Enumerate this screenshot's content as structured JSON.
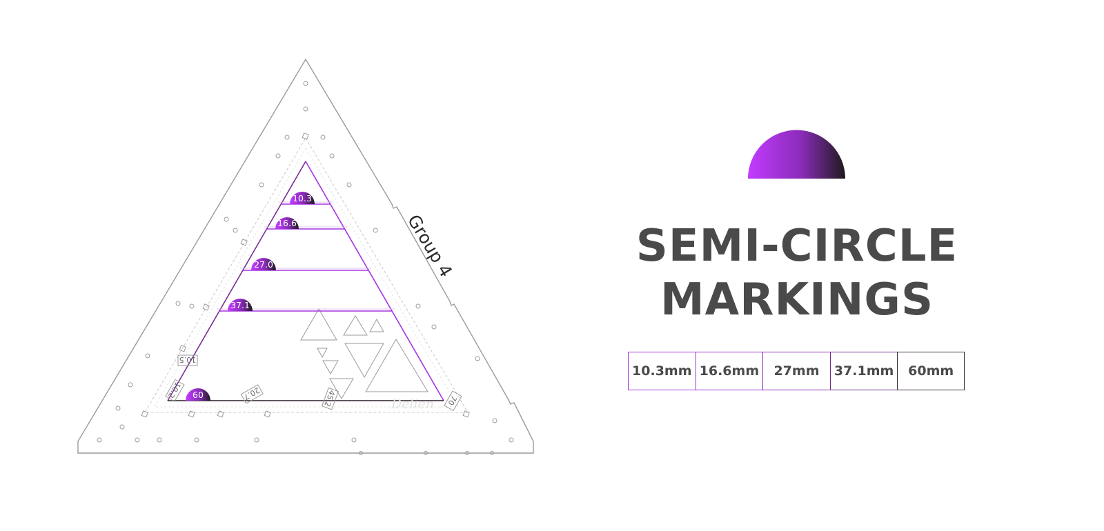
{
  "title": {
    "line1": "SEMI-CIRCLE",
    "line2": "MARKINGS"
  },
  "group_label": "Group 4",
  "watermark": "Delien",
  "colors": {
    "accent_start": "#c23bff",
    "accent_end": "#1e1a1e",
    "text": "#4a4a4a",
    "outline": "#9a9a9a"
  },
  "markings": [
    {
      "label": "10.3",
      "legend": "10.3mm"
    },
    {
      "label": "16.6",
      "legend": "16.6mm"
    },
    {
      "label": "27.0",
      "legend": "27mm"
    },
    {
      "label": "37.1",
      "legend": "37.1mm"
    },
    {
      "label": "60",
      "legend": "60mm"
    }
  ],
  "side_labels": [
    "10.2",
    "10.5",
    "20.7",
    "45.2",
    "70"
  ]
}
